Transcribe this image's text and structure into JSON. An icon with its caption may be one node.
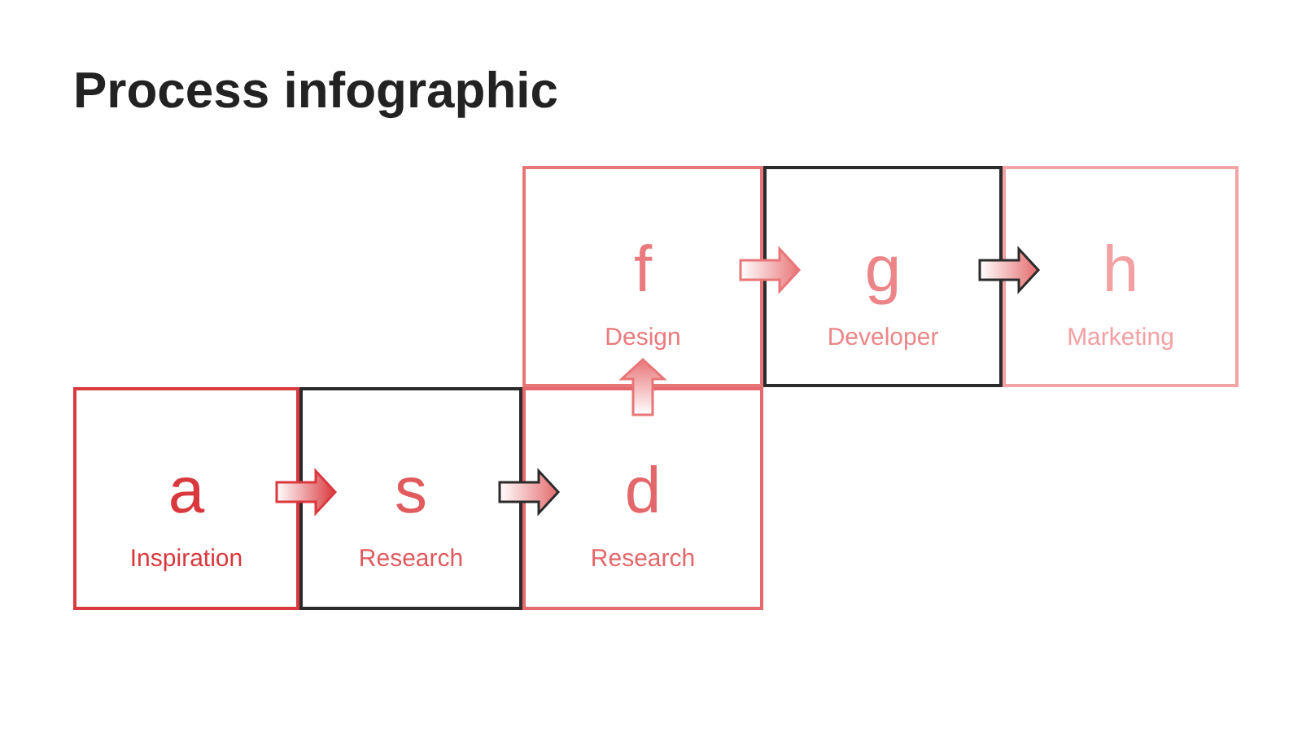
{
  "diagram": {
    "title": "Process infographic",
    "nodes": [
      {
        "text": [
          "a",
          "Inspiration"
        ]
      },
      {
        "text": [
          "s",
          "Research"
        ]
      },
      {
        "text": [
          "d",
          "Research"
        ]
      },
      {
        "text": [
          "f",
          "Design"
        ]
      },
      {
        "text": [
          "g",
          "Developer"
        ]
      },
      {
        "text": [
          "h",
          "Marketing"
        ]
      }
    ],
    "edges": [
      {
        "from": 0,
        "to": 1,
        "arrow": "to",
        "color": "#d9393e"
      },
      {
        "from": 1,
        "to": 2,
        "arrow": "to",
        "color": "#2b2b2b"
      },
      {
        "from": 2,
        "to": 3,
        "arrow": "to",
        "color": "#e87578"
      },
      {
        "from": 3,
        "to": 4,
        "arrow": "to",
        "color": "#e87578"
      },
      {
        "from": 4,
        "to": 5,
        "arrow": "to",
        "color": "#2b2b2b"
      }
    ]
  }
}
